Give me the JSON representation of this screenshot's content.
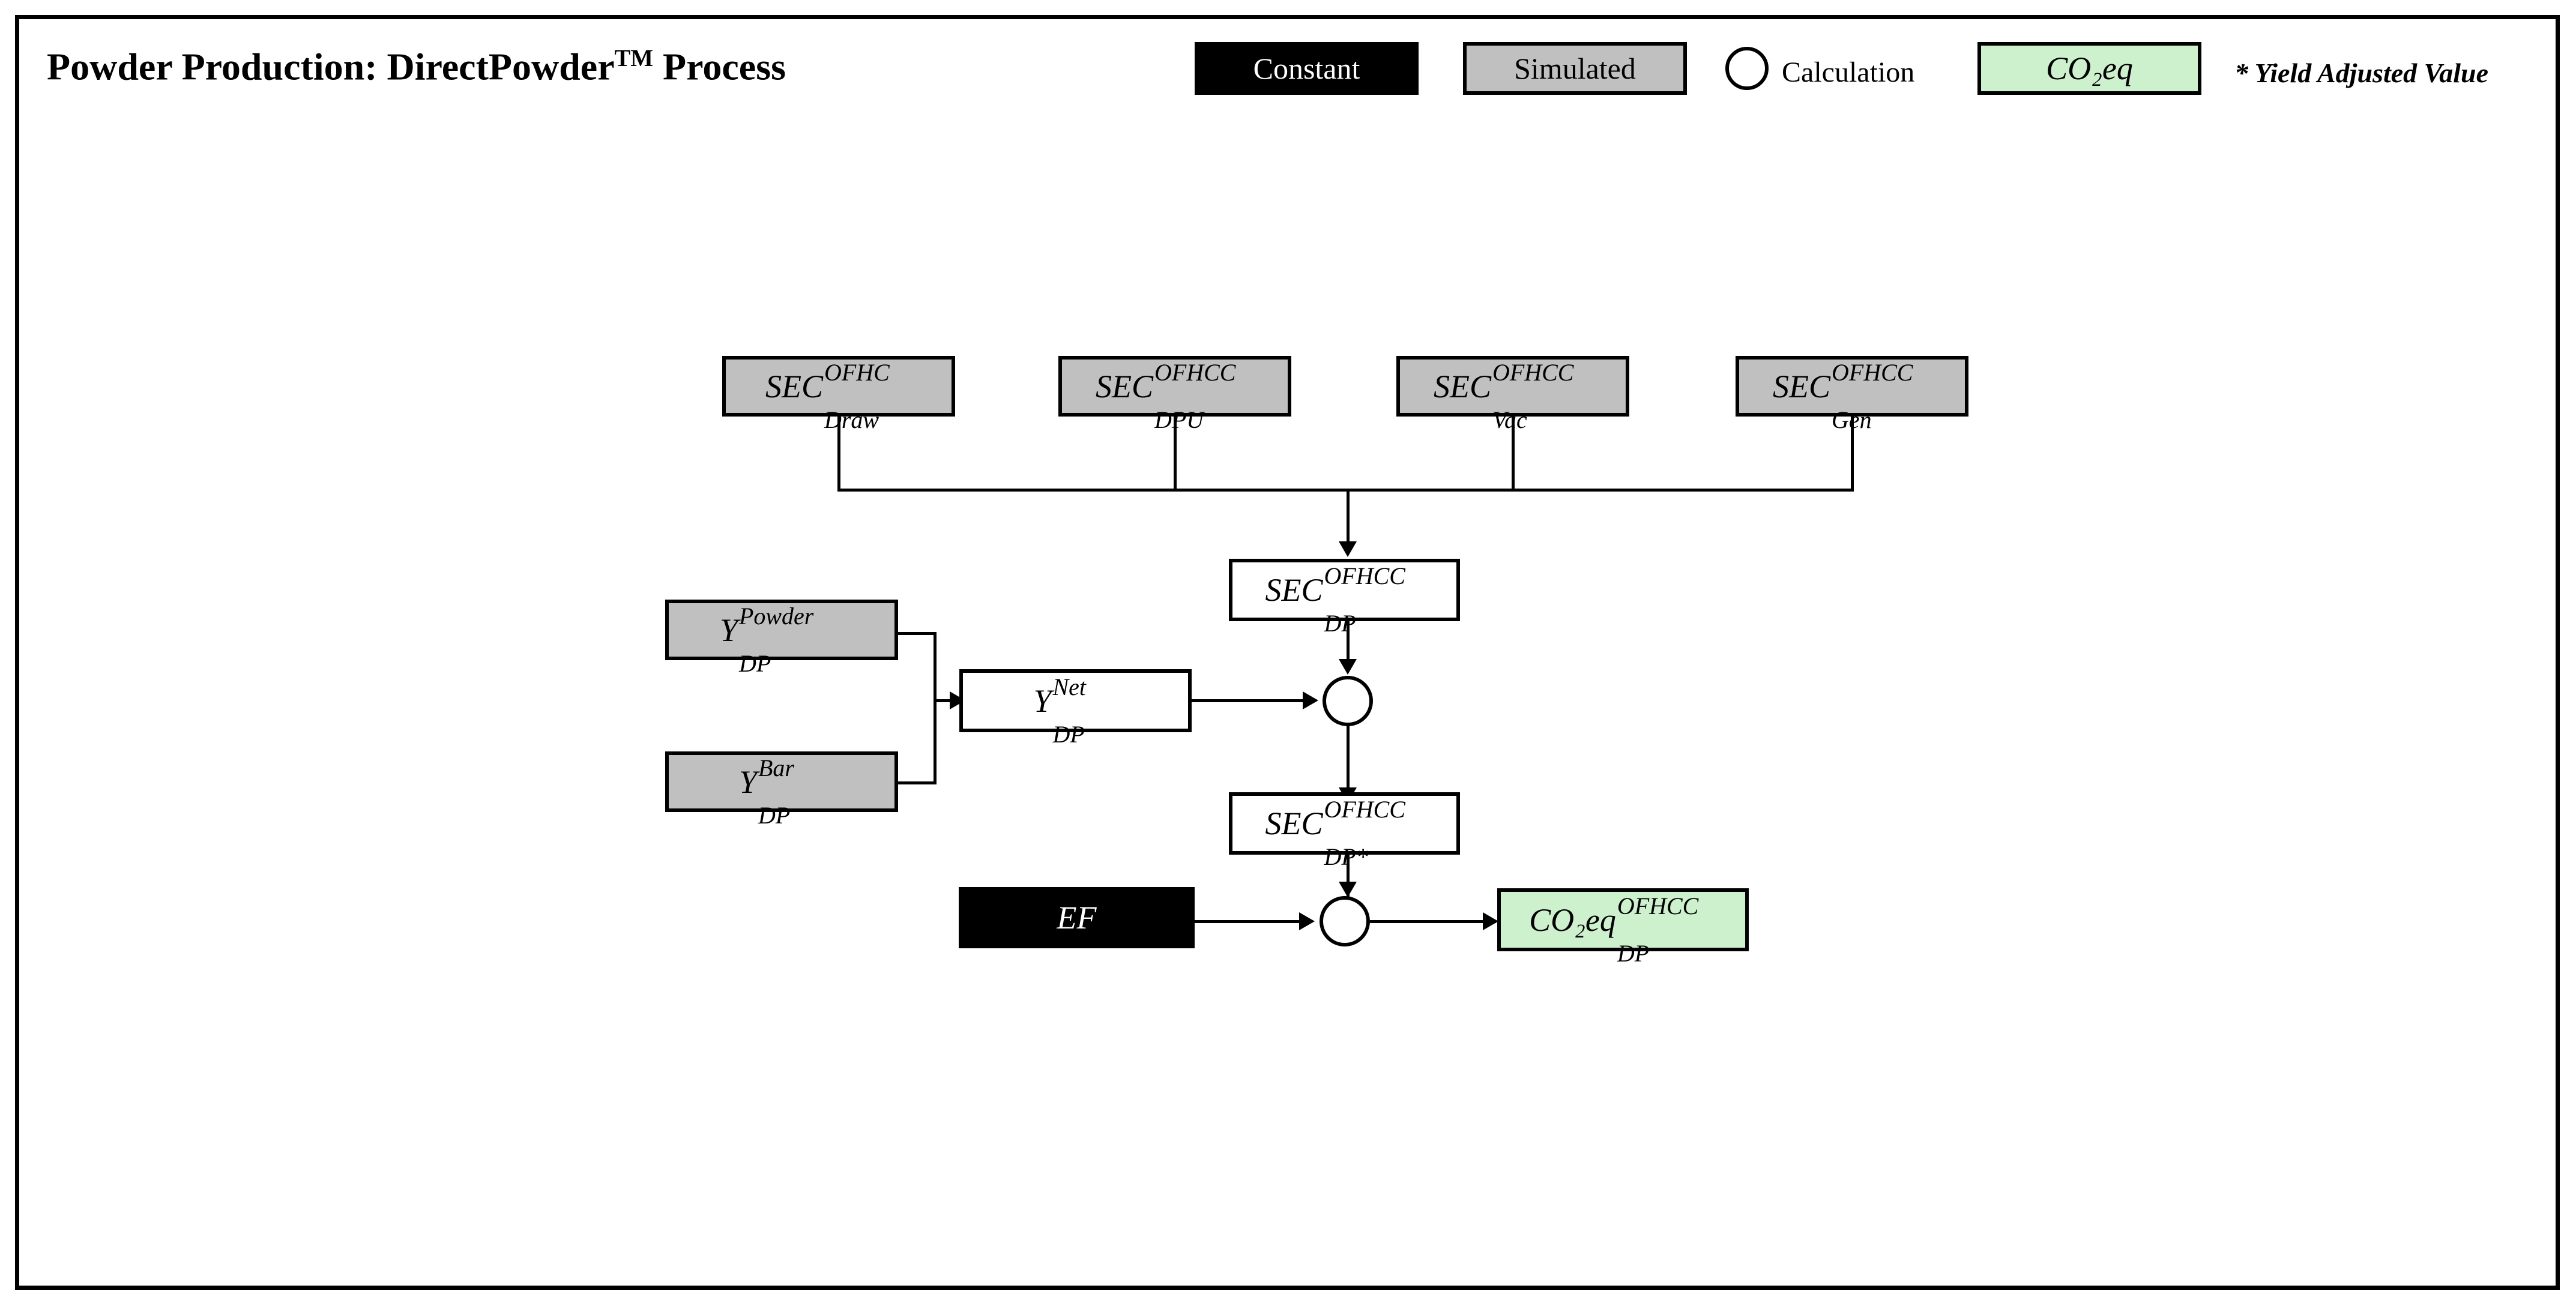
{
  "page": {
    "title_main": "Powder Production: DirectPowder",
    "title_sup": "TM",
    "title_tail": " Process"
  },
  "legend": {
    "constant_label": "Constant",
    "simulated_label": "Simulated",
    "calculation_shape": "circle",
    "calculation_label": "Calculation",
    "co2eq_label": "CO₂eq",
    "note": "* Yield Adjusted Value",
    "colors": {
      "constant_fill": "#000000",
      "constant_text": "#ffffff",
      "simulated_fill": "#c0c0c0",
      "calculation_fill": "#ffffff",
      "co2eq_fill": "#cdf0cd",
      "border": "#000000"
    }
  },
  "diagram": {
    "type": "flowchart",
    "nodes": [
      {
        "id": "sec_draw",
        "base": "SEC",
        "sup": "OFHC",
        "sub": "Draw",
        "kind": "simulated"
      },
      {
        "id": "sec_dpu",
        "base": "SEC",
        "sup": "OFHCC",
        "sub": "DPU",
        "kind": "simulated"
      },
      {
        "id": "sec_vac",
        "base": "SEC",
        "sup": "OFHCC",
        "sub": "Vac",
        "kind": "simulated"
      },
      {
        "id": "sec_gen",
        "base": "SEC",
        "sup": "OFHCC",
        "sub": "Gen",
        "kind": "simulated"
      },
      {
        "id": "sec_dp",
        "base": "SEC",
        "sup": "OFHCC",
        "sub": "DP",
        "kind": "calculation"
      },
      {
        "id": "y_powder",
        "base": "Y",
        "sup": "Powder",
        "sub": "DP",
        "kind": "simulated"
      },
      {
        "id": "y_bar",
        "base": "Y",
        "sup": "Bar",
        "sub": "DP",
        "kind": "simulated"
      },
      {
        "id": "y_net",
        "base": "Y",
        "sup": "Net",
        "sub": "DP",
        "kind": "calculation"
      },
      {
        "id": "sec_dp_adj",
        "base": "SEC",
        "sup": "OFHCC",
        "sub": "DP*",
        "kind": "calculation"
      },
      {
        "id": "ef",
        "base": "EF",
        "sup": "",
        "sub": "",
        "kind": "constant"
      },
      {
        "id": "co2eq_dp",
        "base": "CO₂eq",
        "sup": "OFHCC",
        "sub": "DP",
        "kind": "co2eq"
      }
    ],
    "operators": [
      {
        "id": "op_yield_adjust",
        "shape": "circle"
      },
      {
        "id": "op_emission",
        "shape": "circle"
      }
    ],
    "edges": [
      {
        "from": "sec_draw",
        "to": "sec_dp"
      },
      {
        "from": "sec_dpu",
        "to": "sec_dp"
      },
      {
        "from": "sec_vac",
        "to": "sec_dp"
      },
      {
        "from": "sec_gen",
        "to": "sec_dp"
      },
      {
        "from": "sec_dp",
        "to": "op_yield_adjust"
      },
      {
        "from": "y_powder",
        "to": "y_net"
      },
      {
        "from": "y_bar",
        "to": "y_net"
      },
      {
        "from": "y_net",
        "to": "op_yield_adjust"
      },
      {
        "from": "op_yield_adjust",
        "to": "sec_dp_adj"
      },
      {
        "from": "sec_dp_adj",
        "to": "op_emission"
      },
      {
        "from": "ef",
        "to": "op_emission"
      },
      {
        "from": "op_emission",
        "to": "co2eq_dp"
      }
    ]
  }
}
